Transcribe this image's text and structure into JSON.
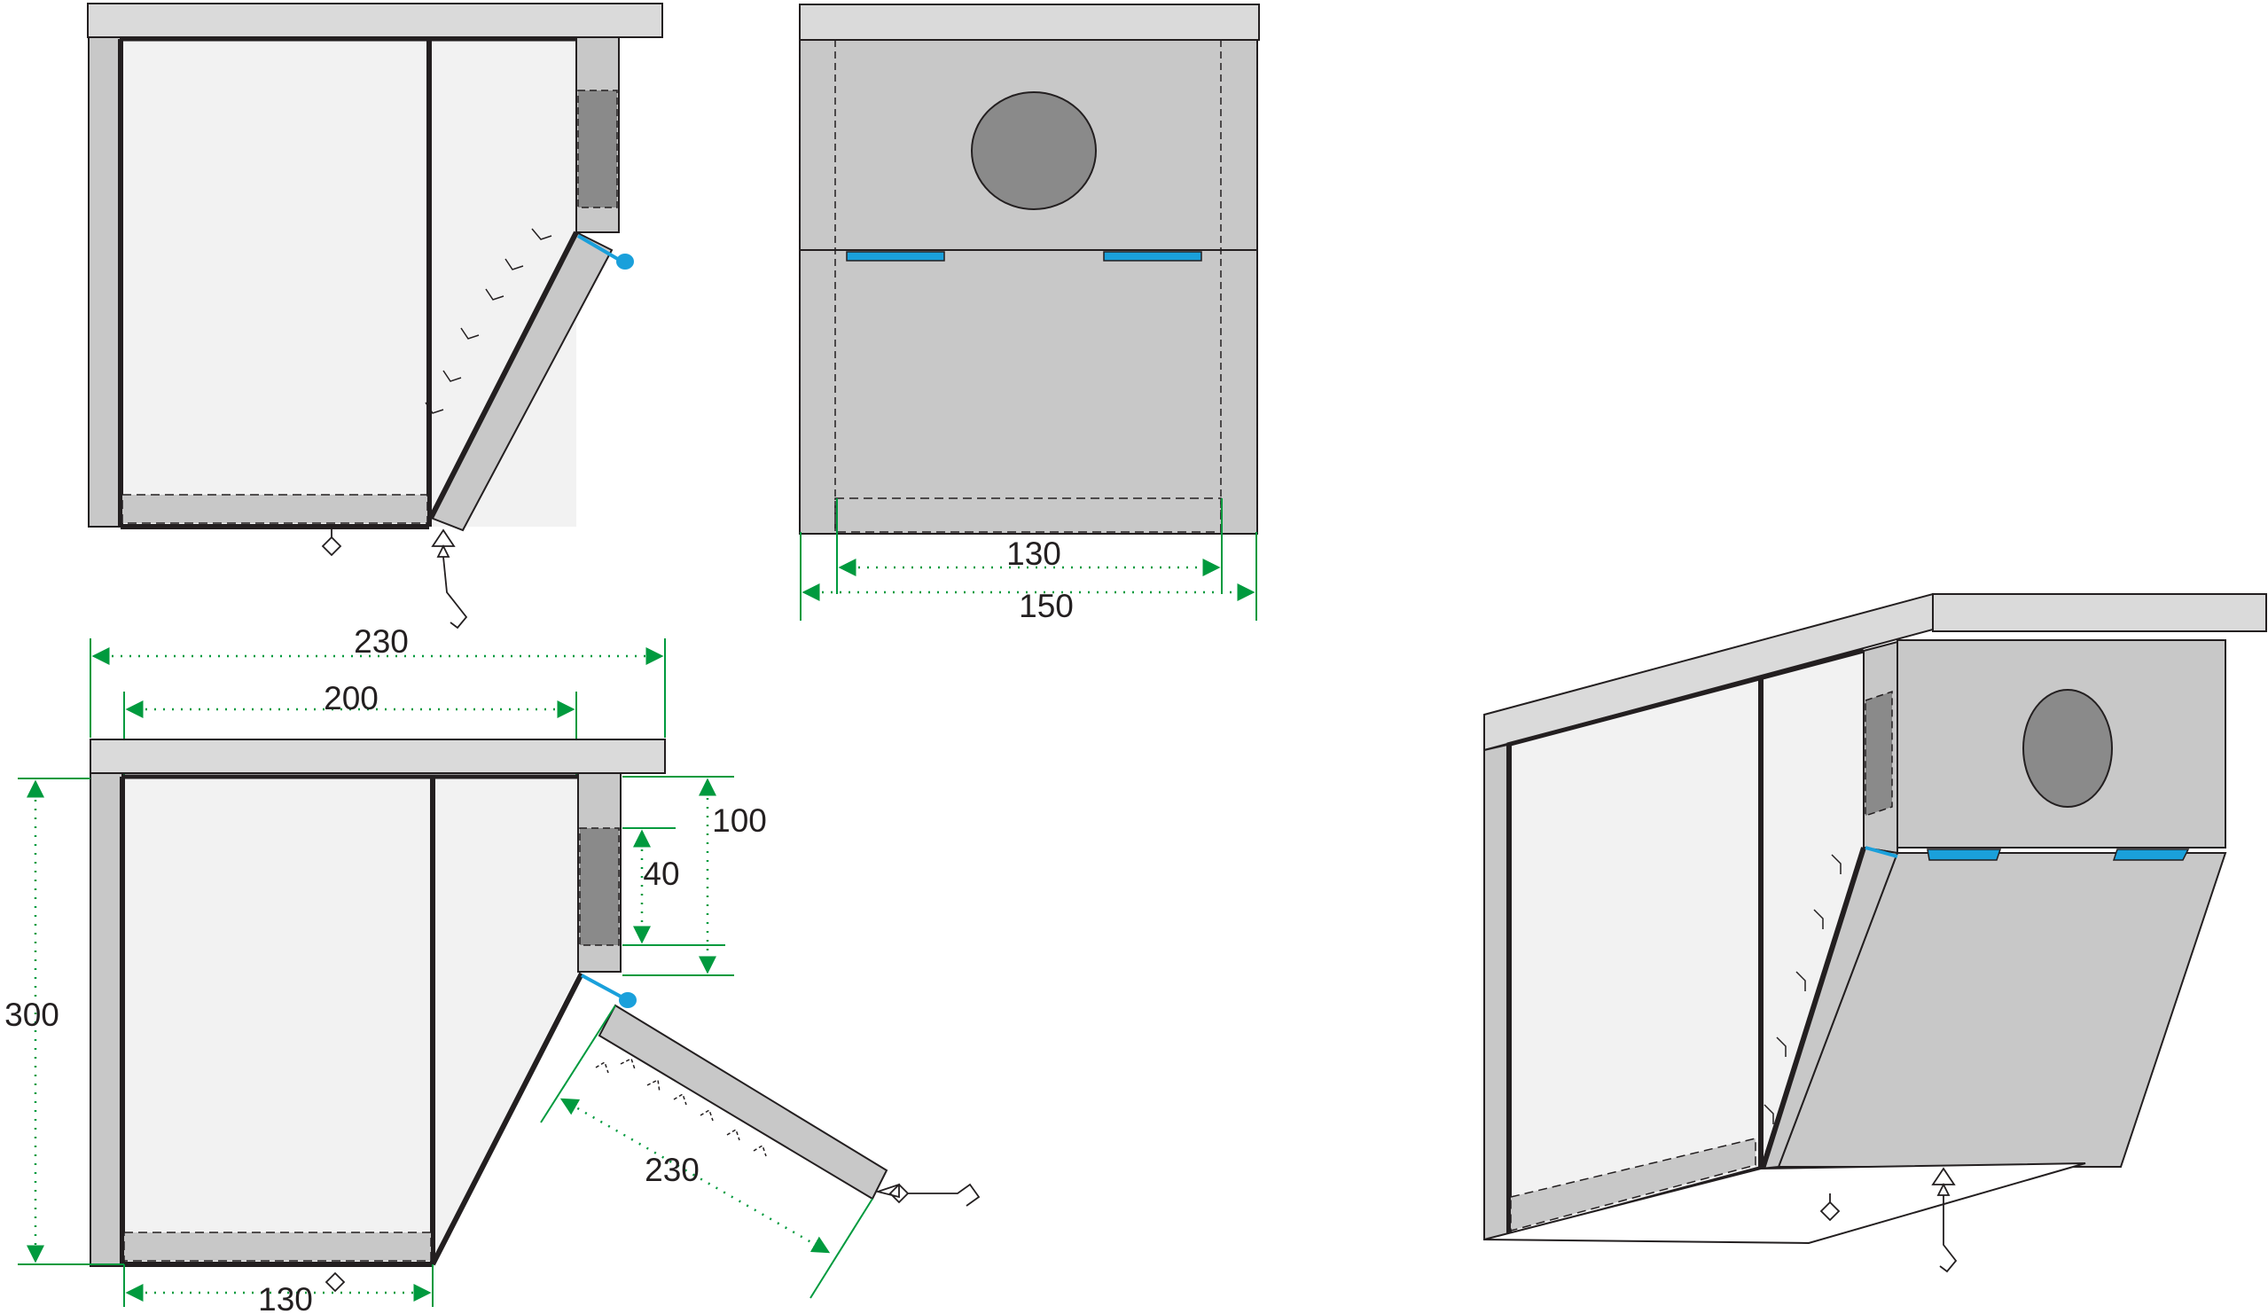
{
  "colors": {
    "panel": "#c8c8c8",
    "panel_light": "#f2f2f2",
    "roof": "#dadada",
    "entrance": "#8a8a8a",
    "hinge": "#1aa0db",
    "dimension": "#009a3e",
    "outline": "#231f20"
  },
  "icons": [
    "screw-icon",
    "hook-icon",
    "hinge-icon"
  ],
  "dimensions": {
    "front_view": {
      "inner_width": "130",
      "outer_width": "150"
    },
    "side_view": {
      "total_depth": "230",
      "inner_depth": "200",
      "height": "300",
      "hole_offset": "100",
      "hole_size": "40",
      "door_length": "230",
      "floor_width": "130"
    }
  }
}
